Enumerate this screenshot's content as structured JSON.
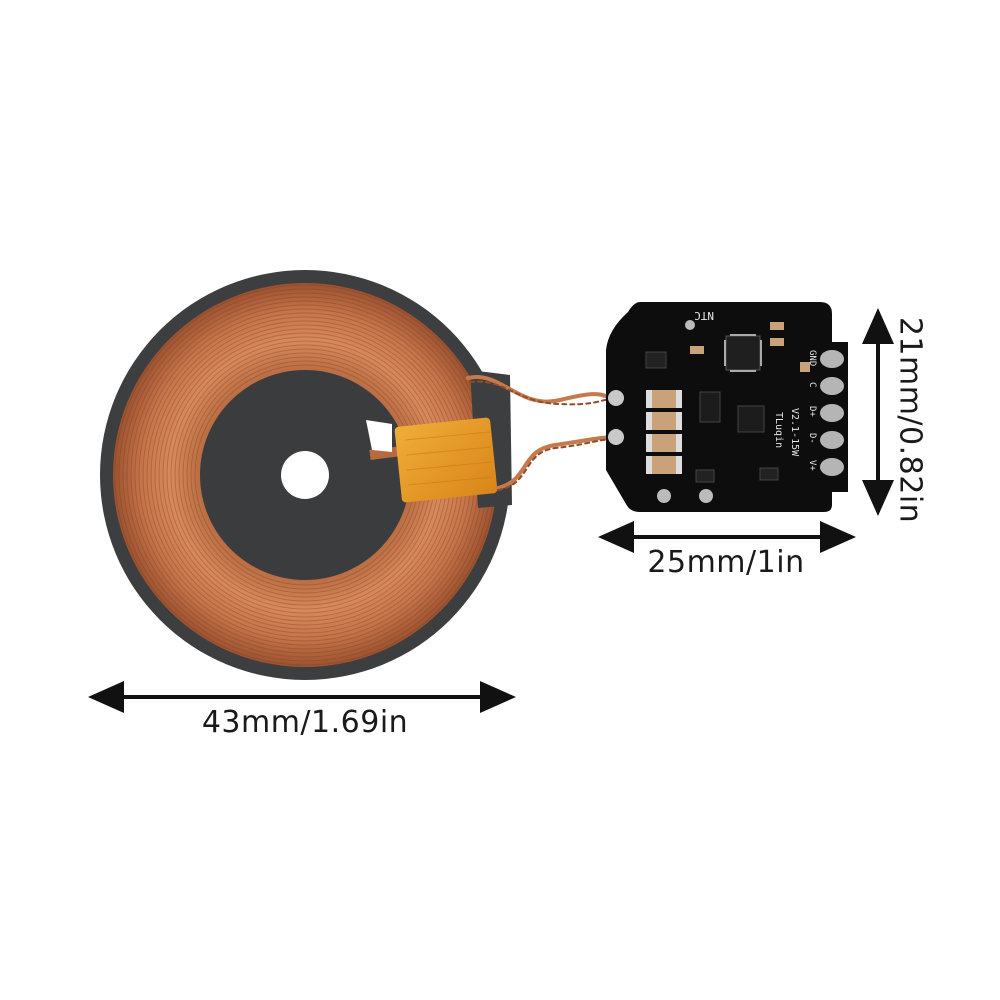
{
  "dimensions": {
    "coil_width": "43mm/1.69in",
    "board_width": "25mm/1in",
    "board_height": "21mm/0.82in"
  },
  "board": {
    "model_text": "V2.1-15W",
    "brand_text": "TLuqin",
    "ntc_label": "NTC",
    "pad_labels": [
      "GND",
      "C",
      "D+",
      "D-",
      "V+"
    ]
  },
  "colors": {
    "background": "#ffffff",
    "copper": "#c8774a",
    "ferrite": "#3d3e40",
    "tape": "#e89a2a",
    "pcb": "#0d0d0d",
    "arrow": "#111111"
  }
}
